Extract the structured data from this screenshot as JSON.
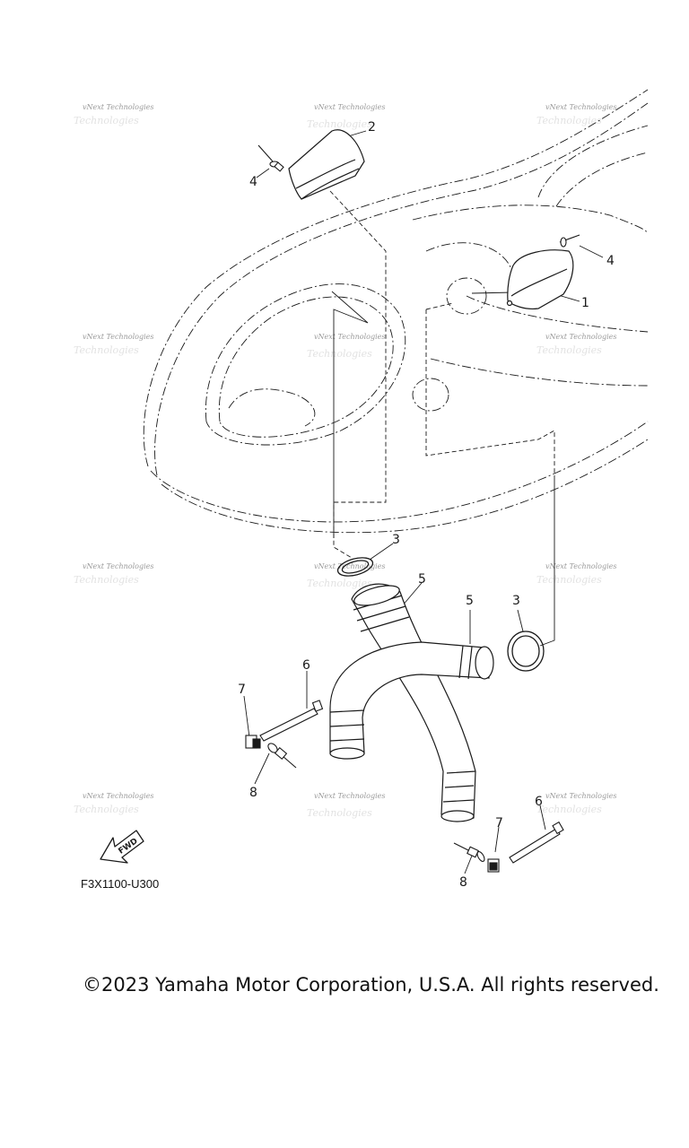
{
  "diagram": {
    "callouts": [
      "1",
      "2",
      "3",
      "3",
      "4",
      "4",
      "5",
      "5",
      "6",
      "6",
      "7",
      "7",
      "8",
      "8"
    ],
    "watermark": "vNext Technologies",
    "fwd_label": "FWD",
    "drawing_code": "F3X1100-U300"
  },
  "footer": {
    "copyright": "©2023 Yamaha Motor Corporation, U.S.A. All rights reserved."
  },
  "colors": {
    "line": "#1a1a1a",
    "watermark": "#9a9a9a",
    "background": "#ffffff"
  }
}
